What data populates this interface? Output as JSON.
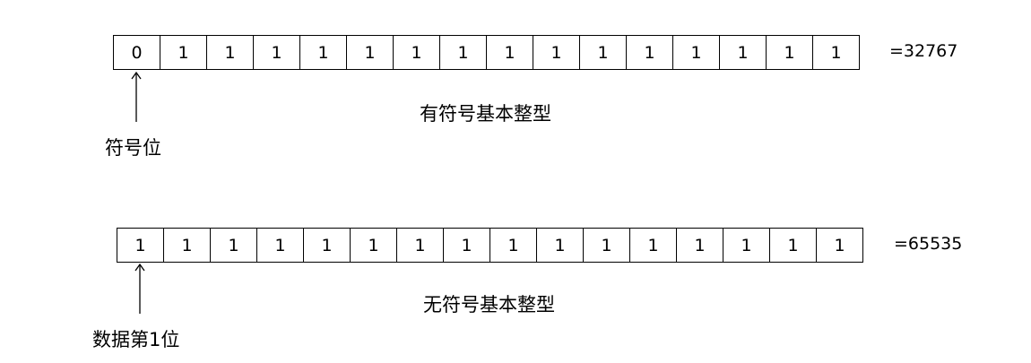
{
  "signed": {
    "bits": [
      "0",
      "1",
      "1",
      "1",
      "1",
      "1",
      "1",
      "1",
      "1",
      "1",
      "1",
      "1",
      "1",
      "1",
      "1",
      "1"
    ],
    "value": "=32767",
    "caption": "有符号基本整型",
    "pointer_label": "符号位"
  },
  "unsigned": {
    "bits": [
      "1",
      "1",
      "1",
      "1",
      "1",
      "1",
      "1",
      "1",
      "1",
      "1",
      "1",
      "1",
      "1",
      "1",
      "1",
      "1"
    ],
    "value": "=65535",
    "caption": "无符号基本整型",
    "pointer_label": "数据第1位"
  }
}
